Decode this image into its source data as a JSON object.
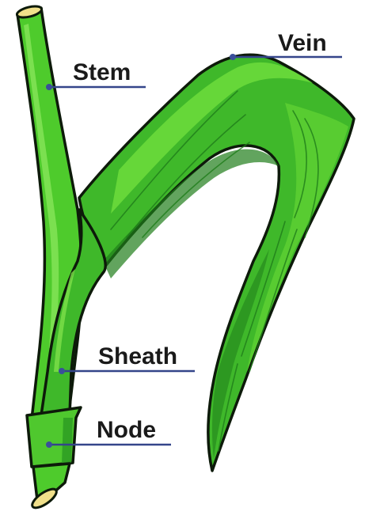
{
  "diagram": {
    "labels": {
      "vein": "Vein",
      "stem": "Stem",
      "sheath": "Sheath",
      "node": "Node"
    },
    "colors": {
      "leaf_light": "#6ddc3c",
      "leaf_mid": "#3fb82a",
      "leaf_dark": "#1f7d1a",
      "outline": "#0d1a0a",
      "stem": "#4ecb2c",
      "stem_cut": "#f0e08a",
      "leader_line": "#34458a",
      "dot": "#3a4f9a"
    }
  }
}
